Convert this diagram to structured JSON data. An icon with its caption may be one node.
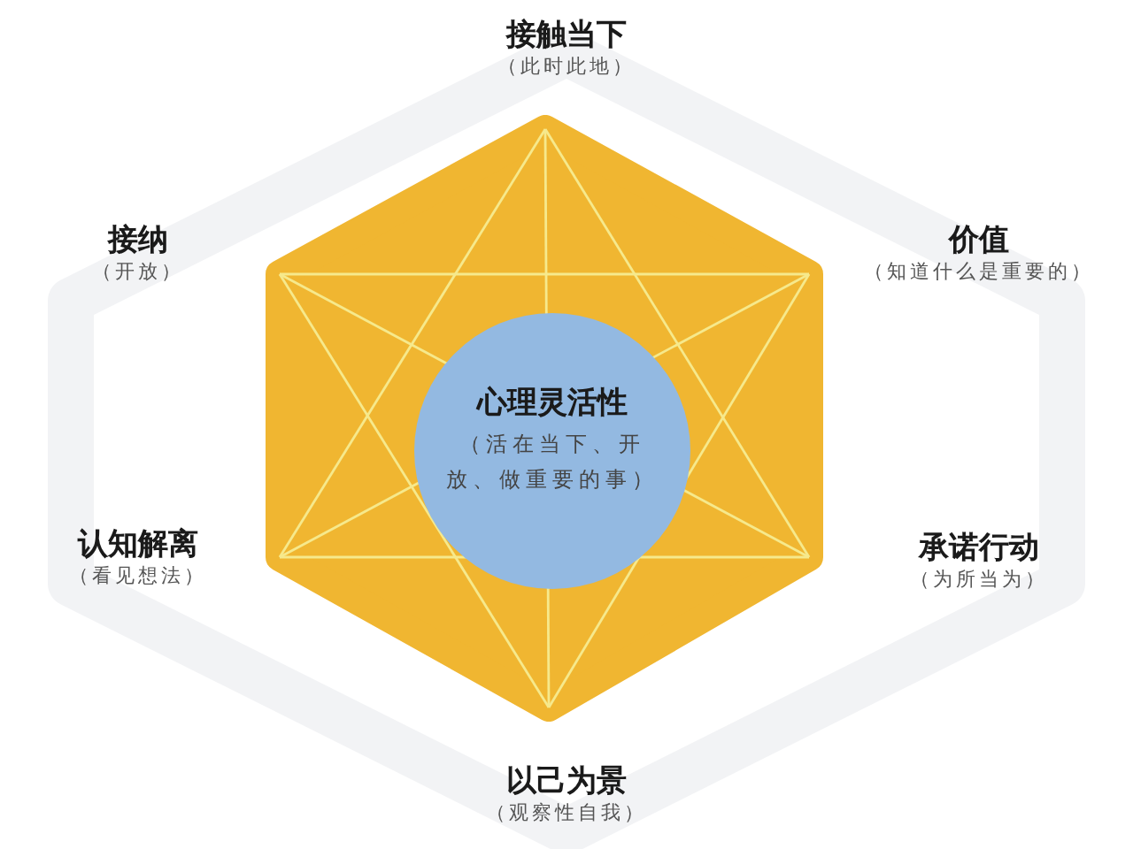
{
  "diagram": {
    "nodes": [
      {
        "text": [],
        "shape": "hexagon"
      },
      {
        "text": [
          "心理灵活性",
          "（活在当下、开放、做重要的事）"
        ],
        "in": 0
      }
    ],
    "labels": [
      "接触当下",
      "（此时此地）",
      "接纳",
      "（开放）",
      "价值",
      "（知道什么是重要的）",
      "认知解离",
      "（看见想法）",
      "承诺行动",
      "（为所当为）",
      "以己为景",
      "（观察性自我）"
    ]
  }
}
